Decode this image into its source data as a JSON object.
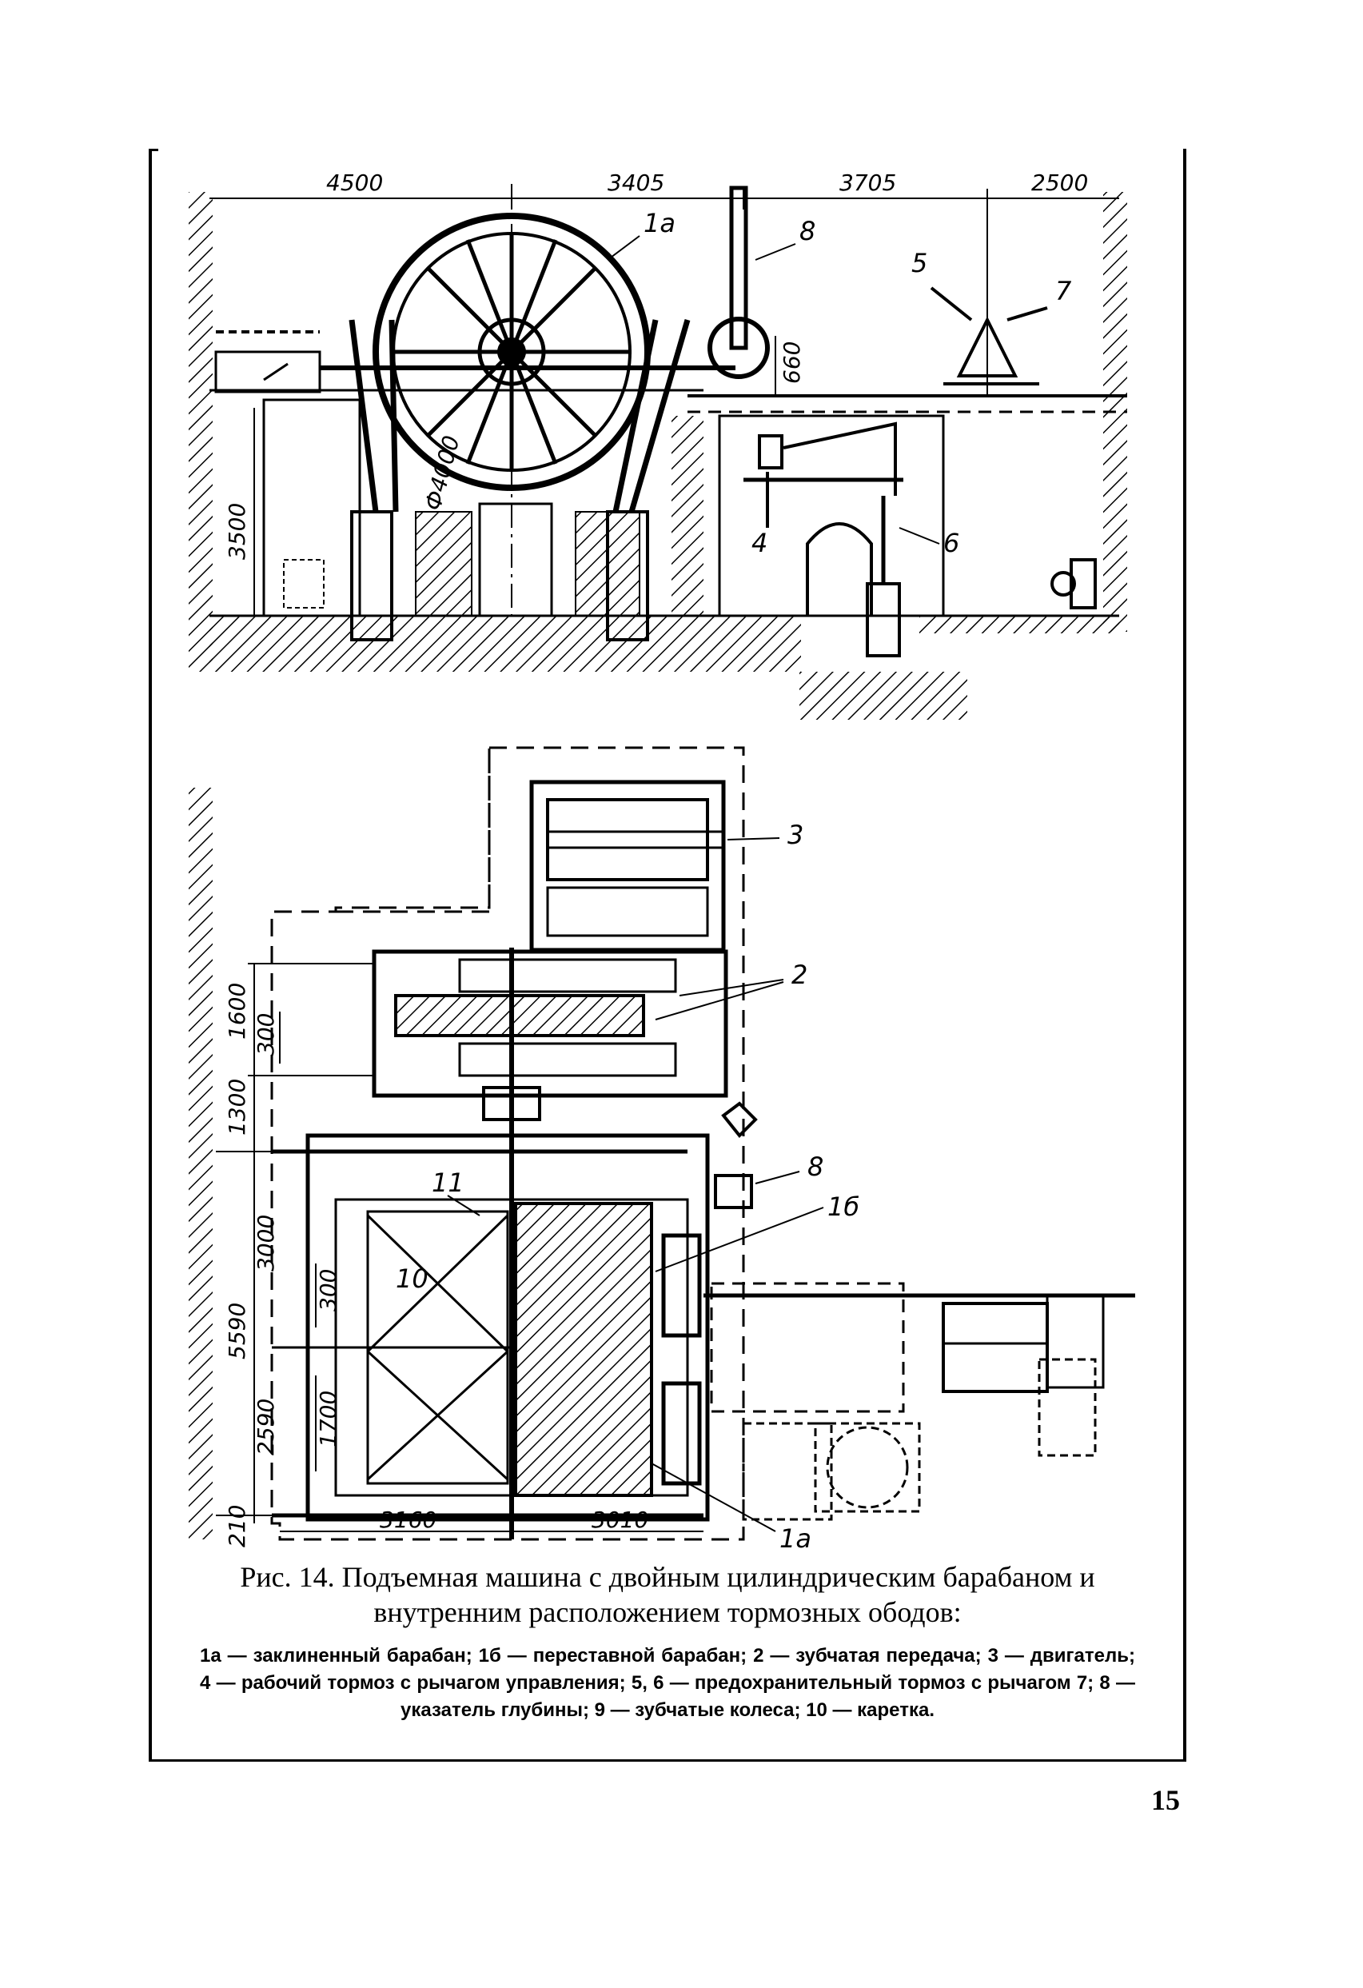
{
  "figure": {
    "top_dimensions": [
      "4500",
      "3405",
      "3705",
      "2500"
    ],
    "top_labels": [
      "1a",
      "8",
      "5",
      "7",
      "4",
      "6"
    ],
    "top_vertical_dims": [
      "660",
      "3500"
    ],
    "drum_diameter": "Ф4000",
    "plan_labels": [
      "3",
      "2",
      "8",
      "1б",
      "11",
      "10",
      "1a"
    ],
    "plan_vertical_dims": [
      "1600",
      "300",
      "1300",
      "3000",
      "5590",
      "2590",
      "210",
      "300",
      "1700"
    ],
    "plan_bottom_dims": [
      "3160",
      "3010"
    ]
  },
  "caption": {
    "title": "Рис. 14. Подъемная машина с двойным цилиндрическим барабаном и внутренним расположением тормозных ободов:",
    "legend": "1а — заклиненный барабан; 1б — переставной барабан; 2 — зубчатая передача; 3 — двигатель; 4 — рабочий тормоз с рычагом управления; 5, 6 — предохранительный тормоз с рычагом 7; 8 — указатель глубины; 9 — зубчатые колеса; 10 — каретка."
  },
  "page_number": "15"
}
